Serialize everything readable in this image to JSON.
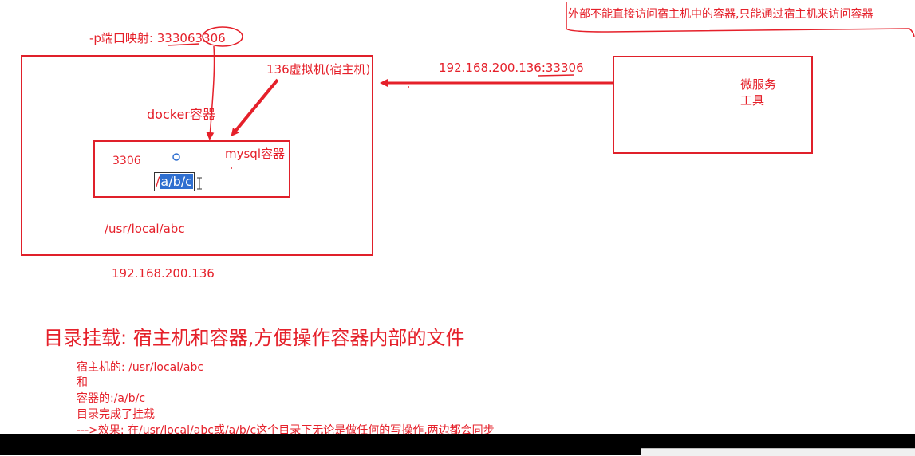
{
  "top_note": "外部不能直接访问宿主机中的容器,只能通过宿主机来访问容器",
  "port_label_prefix": "-p端口映射: ",
  "port_host": "33306",
  "port_container": "3306",
  "host_vm_label": "136虚拟机(宿主机)",
  "docker_label": "docker容器",
  "mysql_label": "mysql容器",
  "container_port": "3306",
  "container_path_slash": "/",
  "container_path_selected": "a/b/c",
  "host_path": "/usr/local/abc",
  "host_ip": "192.168.200.136",
  "access_addr_prefix": "192.168.200.136:",
  "access_port": "33306",
  "microservice_line1": "微服务",
  "microservice_line2": "工具",
  "title": "目录挂载:  宿主机和容器,方便操作容器内部的文件",
  "notes": [
    "宿主机的: /usr/local/abc",
    "和",
    "容器的:/a/b/c",
    "目录完成了挂载",
    "--->效果: 在/usr/local/abc或/a/b/c这个目录下无论是做任何的写操作,两边都会同步"
  ],
  "colors": {
    "red": "#e5202a",
    "selection": "#2f6fd0"
  }
}
